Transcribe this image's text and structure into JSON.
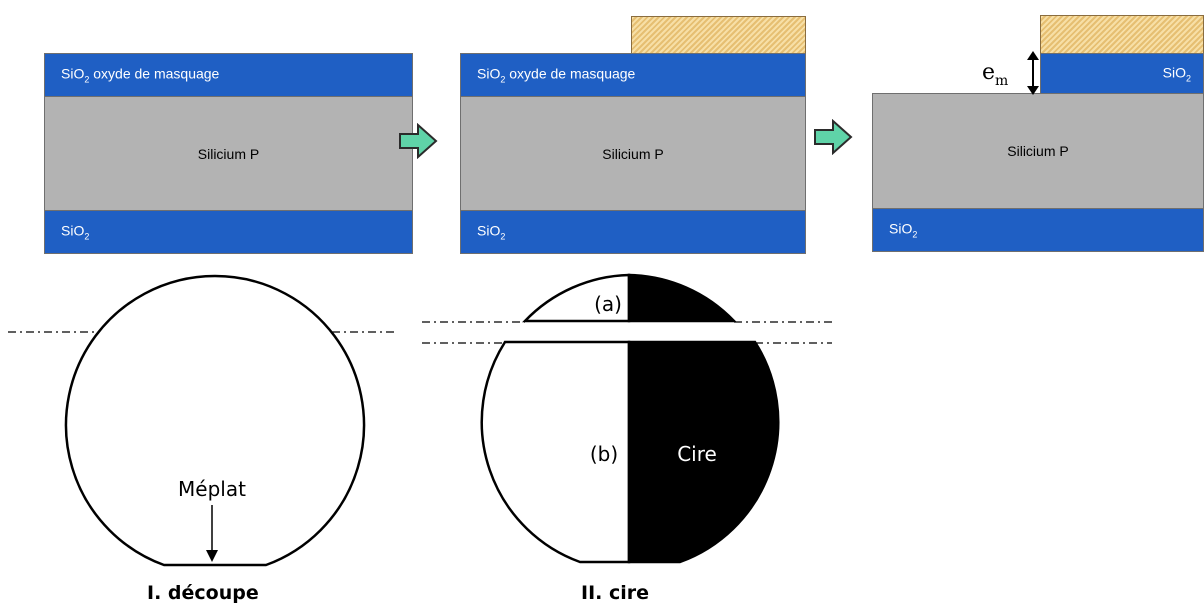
{
  "stack_1": {
    "top_oxide_prefix": "SiO",
    "top_oxide_sub": "2",
    "top_oxide_suffix": " oxyde de masquage",
    "substrate": "Silicium P",
    "bottom_oxide_prefix": "SiO",
    "bottom_oxide_sub": "2"
  },
  "stack_2": {
    "top_oxide_prefix": "SiO",
    "top_oxide_sub": "2",
    "top_oxide_suffix": " oxyde de masquage",
    "substrate": "Silicium P",
    "bottom_oxide_prefix": "SiO",
    "bottom_oxide_sub": "2"
  },
  "stack_3": {
    "top_oxide_prefix": "SiO",
    "top_oxide_sub": "2",
    "substrate": "Silicium P",
    "bottom_oxide_prefix": "SiO",
    "bottom_oxide_sub": "2",
    "thickness_main": "e",
    "thickness_sub": "m"
  },
  "wafer_1": {
    "flat_label": "Méplat",
    "caption": "I. découpe"
  },
  "wafer_2": {
    "part_a": "(a)",
    "part_b": "(b)",
    "wax_label": "Cire",
    "caption": "II. cire"
  },
  "colors": {
    "oxide": "#1f5fc4",
    "silicon": "#b3b3b3",
    "arrow_fill": "#5fd3a8",
    "wax": "#000000"
  }
}
